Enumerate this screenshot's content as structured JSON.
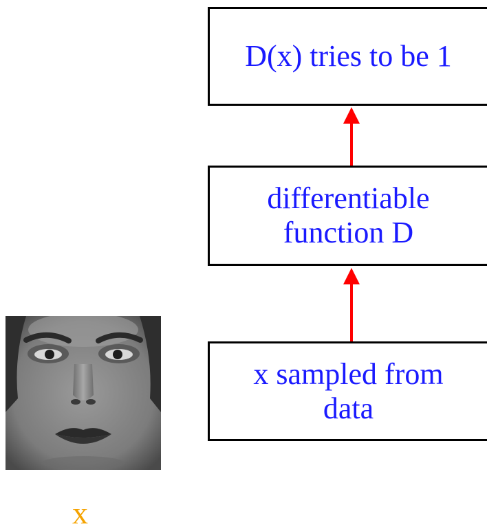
{
  "boxes": {
    "output": "D(x) tries to be 1",
    "function_line1": "differentiable",
    "function_line2": "function D",
    "input_line1": "x sampled from",
    "input_line2": "data"
  },
  "image_label": "x",
  "colors": {
    "box_text": "#1a1aff",
    "arrow": "#ff0000",
    "label": "#f5a300"
  }
}
